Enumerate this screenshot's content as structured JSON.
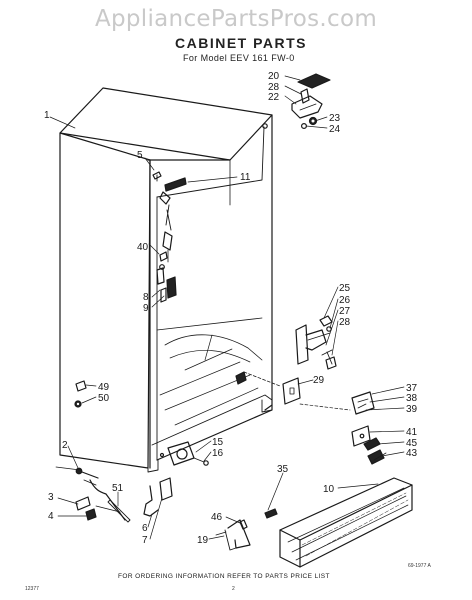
{
  "watermark": "AppliancePartsPros.com",
  "header": {
    "title": "CABINET PARTS",
    "model": "For Model EEV 161 FW-0"
  },
  "footer": {
    "ordering_note": "FOR ORDERING INFORMATION REFER TO PARTS PRICE LIST",
    "left_code": "12377",
    "page_number": "2",
    "drawing_code": "69-1977 A"
  },
  "callouts": {
    "c1": "1",
    "c2": "2",
    "c3": "3",
    "c4": "4",
    "c5": "5",
    "c6": "6",
    "c7": "7",
    "c8": "8",
    "c9": "9",
    "c10": "10",
    "c11": "11",
    "c15": "15",
    "c16": "16",
    "c19": "19",
    "c20": "20",
    "c22": "22",
    "c23": "23",
    "c24": "24",
    "c25": "25",
    "c26": "26",
    "c27": "27",
    "c28a": "28",
    "c28b": "28",
    "c29": "29",
    "c35": "35",
    "c37": "37",
    "c38": "38",
    "c39": "39",
    "c40": "40",
    "c41": "41",
    "c43": "43",
    "c45": "45",
    "c46": "46",
    "c49": "49",
    "c50": "50",
    "c51": "51"
  }
}
